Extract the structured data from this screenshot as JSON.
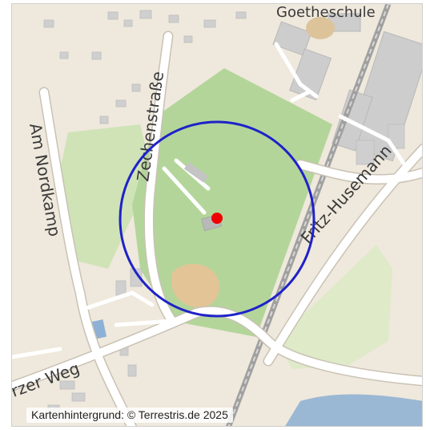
{
  "map": {
    "streets": {
      "top_school": "Goetheschule",
      "vertical_left": "Am Nordkamp",
      "vertical_center": "Zechenstraße",
      "diagonal_right": "Fritz-Husemann",
      "bottom_left": "rzer Weg"
    },
    "attribution": "Kartenhintergrund: © Terrestris.de 2025",
    "colors": {
      "background": "#efe8dc",
      "park": "#b8d8a0",
      "park_light": "#cfe3b7",
      "building": "#c7c7c7",
      "road": "#ffffff",
      "rail": "#9a9a9a",
      "water": "#9ab8d4",
      "sand": "#e5c89b",
      "circle": "#1e22c8",
      "marker": "#ee0000"
    }
  }
}
